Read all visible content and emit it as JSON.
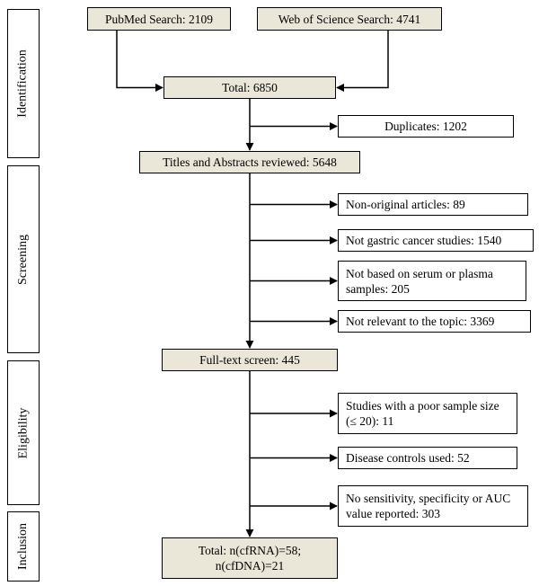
{
  "stages": [
    {
      "label": "Identification"
    },
    {
      "label": "Screening"
    },
    {
      "label": "Eligibility"
    },
    {
      "label": "Inclusion"
    }
  ],
  "nodes": {
    "pubmed": "PubMed Search: 2109",
    "web_of_science": "Web of Science Search: 4741",
    "total": "Total: 6850",
    "titles_abstracts": "Titles and Abstracts reviewed: 5648",
    "full_text": "Full-text screen: 445",
    "final": {
      "line1": "Total: n(cfRNA)=58;",
      "line2": "n(cfDNA)=21"
    }
  },
  "exclusions": [
    {
      "label": "Duplicates: 1202"
    },
    {
      "label": "Non-original articles: 89"
    },
    {
      "label": "Not gastric cancer studies: 1540"
    },
    {
      "label": "Not based on serum or plasma samples: 205"
    },
    {
      "label": "Not relevant to the topic: 3369"
    },
    {
      "label": "Studies with a poor sample size (≤ 20): 11"
    },
    {
      "label": "Disease controls used: 52"
    },
    {
      "label": "No sensitivity, specificity or AUC value reported: 303"
    }
  ],
  "colors": {
    "node_fill": "#EAE6D8",
    "border": "#000000",
    "background": "#FFFFFF"
  }
}
